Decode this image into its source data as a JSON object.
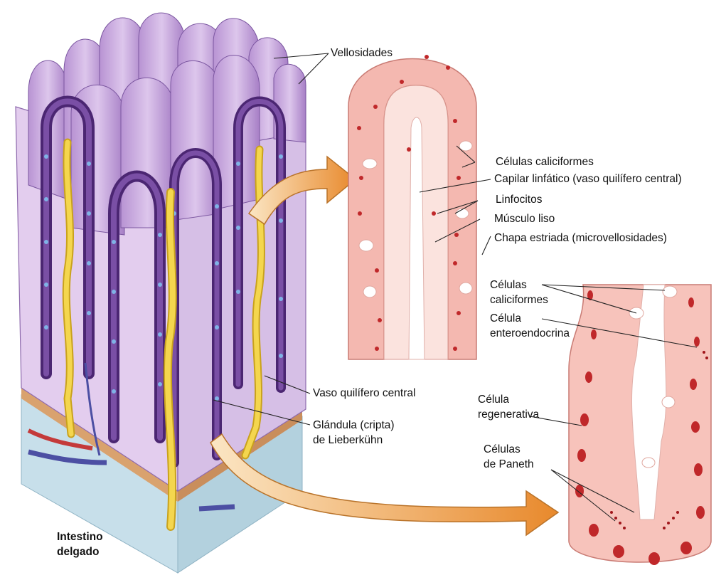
{
  "labels": {
    "vellosidades": "Vellosidades",
    "celulas_caliciformes_1": "Células caliciformes",
    "capilar_linfatico": "Capilar linfático (vaso quilífero central)",
    "linfocitos": "Linfocitos",
    "musculo_liso": "Músculo liso",
    "chapa_estriada": "Chapa estriada (microvellosidades)",
    "celulas_caliciformes_2_line1": "Células",
    "celulas_caliciformes_2_line2": "caliciformes",
    "celula_enteroendocrina_line1": "Célula",
    "celula_enteroendocrina_line2": "enteroendocrina",
    "celula_regenerativa_line1": "Célula",
    "celula_regenerativa_line2": "regenerativa",
    "celulas_paneth_line1": "Células",
    "celulas_paneth_line2": "de Paneth",
    "vaso_quilifero": "Vaso quilífero central",
    "glandula_line1": "Glándula (cripta)",
    "glandula_line2": "de Lieberkühn",
    "intestino_line1": "Intestino",
    "intestino_line2": "delgado"
  },
  "colors": {
    "villus_purple": "#c9a6dc",
    "villus_dark": "#5a2d82",
    "epithelium_pink": "#f2b3ac",
    "nucleus_red": "#c0282a",
    "arrow_orange": "#e89a3c",
    "lacteal_yellow": "#f3d34a",
    "submucosa_blue": "#bcd8e4"
  }
}
